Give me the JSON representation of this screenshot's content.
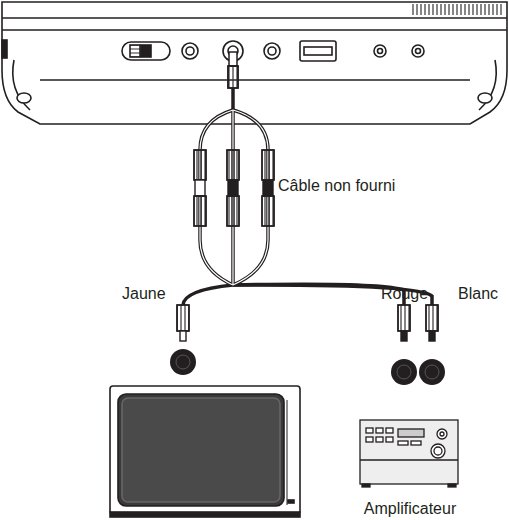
{
  "diagram": {
    "nodes": [
      {
        "text": [
          "Amplificateur"
        ]
      }
    ],
    "labels": [
      "Câble non fourni",
      "Jaune",
      "Rouge",
      "Blanc"
    ]
  }
}
